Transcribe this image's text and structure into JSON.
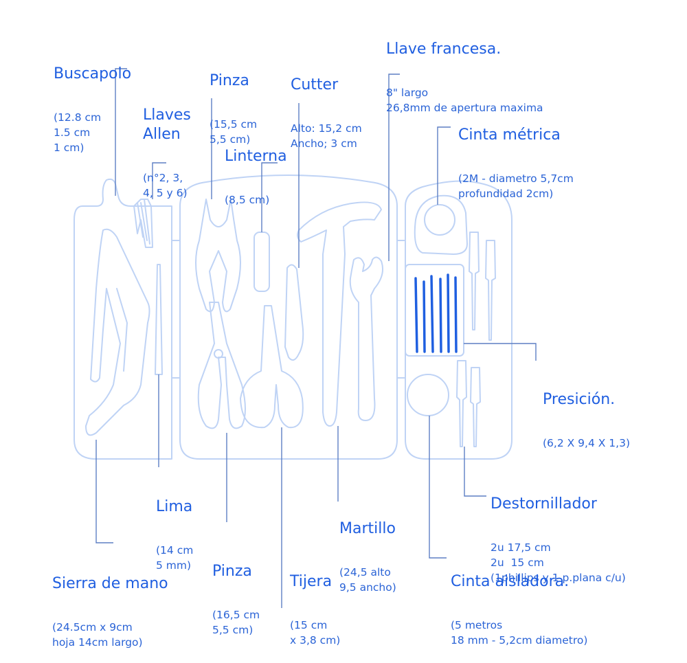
{
  "labels": {
    "buscapolo": {
      "title": "Buscapolo",
      "desc": "(12.8 cm\n1.5 cm\n1 cm)"
    },
    "llaves_allen": {
      "title": "Llaves\nAllen",
      "desc": "(n°2, 3,\n4, 5 y 6)"
    },
    "pinza_top": {
      "title": "Pinza",
      "desc": "(15,5 cm\n5,5 cm)"
    },
    "linterna": {
      "title": "Linterna",
      "desc": "(8,5 cm)"
    },
    "cutter": {
      "title": "Cutter",
      "desc": "Alto: 15,2 cm\nAncho; 3 cm"
    },
    "llave_francesa": {
      "title": "Llave francesa.",
      "desc": "8\" largo\n26,8mm de apertura maxima"
    },
    "cinta_metrica": {
      "title": "Cinta métrica",
      "desc": "(2M - diametro 5,7cm\nprofundidad 2cm)"
    },
    "presicion": {
      "title": "Presición.",
      "desc": "(6,2 X 9,4 X 1,3)"
    },
    "destornillador": {
      "title": "Destornillador",
      "desc": "2u 17,5 cm\n2u  15 cm\n(1phillips y 1 p.plana c/u)"
    },
    "cinta_aisladora": {
      "title": "Cinta aisladora.",
      "desc": "(5 metros\n18 mm - 5,2cm diametro)"
    },
    "martillo": {
      "title": "Martillo",
      "desc": "(24,5 alto\n9,5 ancho)"
    },
    "tijera": {
      "title": "Tijera",
      "desc": "(15 cm\nx 3,8 cm)"
    },
    "pinza_bottom": {
      "title": "Pinza",
      "desc": "(16,5 cm\n5,5 cm)"
    },
    "lima": {
      "title": "Lima",
      "desc": "(14 cm\n5 mm)"
    },
    "sierra": {
      "title": "Sierra de mano",
      "desc": "(24.5cm x 9cm\nhoja 14cm largo)"
    }
  },
  "colors": {
    "label": "#1f5ee0",
    "outline": "#bfd3f5",
    "leader": "#5d7fc4",
    "precision_set": "#1f5fe0"
  }
}
